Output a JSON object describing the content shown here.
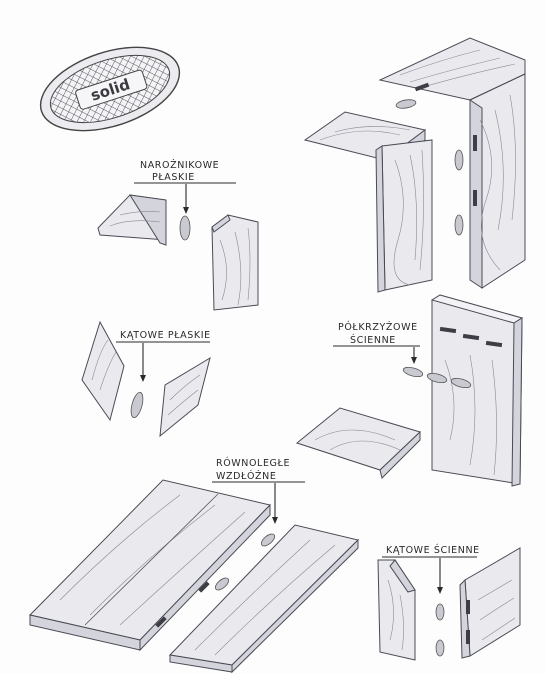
{
  "logo": {
    "text": "solid"
  },
  "labels": {
    "corner_flat_1": "NAROŻNIKOWE",
    "corner_flat_2": "PŁASKIE",
    "angle_flat": "KĄTOWE PŁASKIE",
    "half_cross_1": "PÓŁKRZYŻOWE",
    "half_cross_2": "ŚCIENNE",
    "parallel_1": "RÓWNOLEGŁE",
    "parallel_2": "WZDŁÓŻNE",
    "angle_wall": "KĄTOWE ŚCIENNE"
  },
  "colors": {
    "pencil": "#4a4a55",
    "wood": "#e9e9ee",
    "slot": "#3d3d45"
  }
}
